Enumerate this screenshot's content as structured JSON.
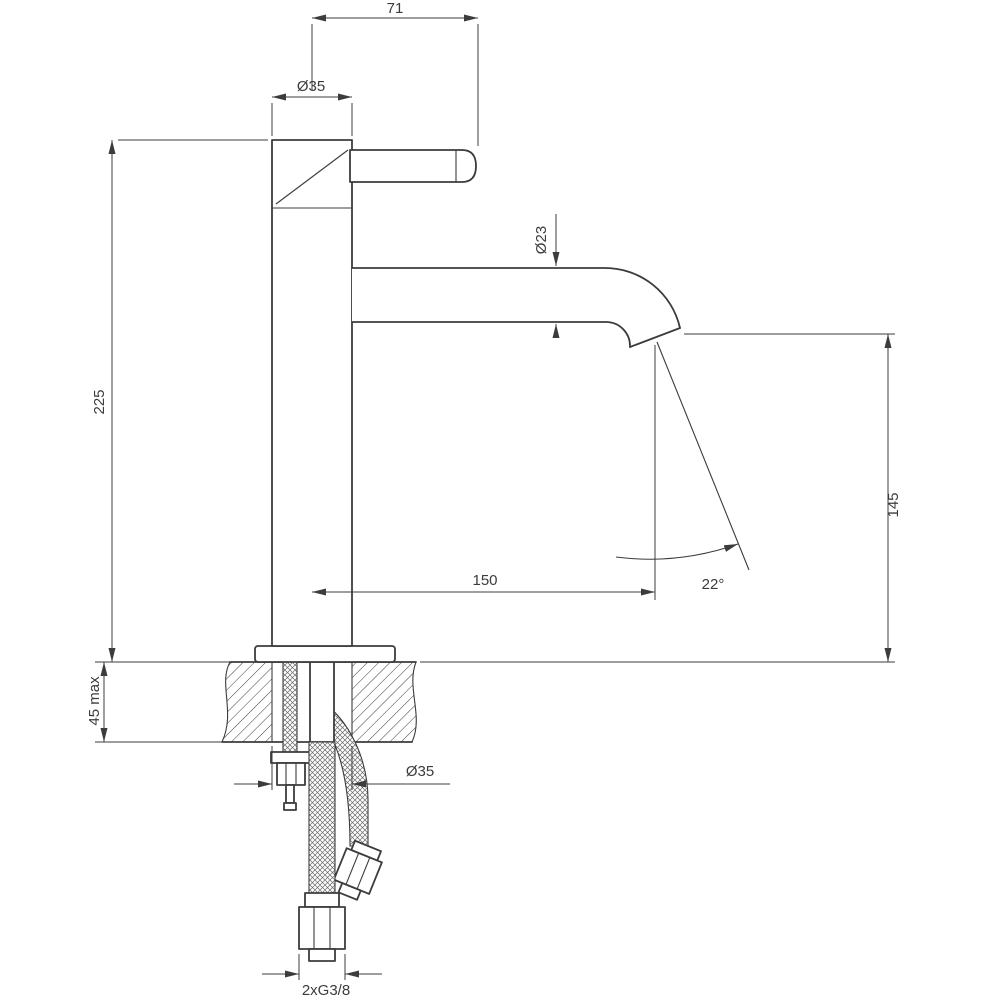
{
  "drawing": {
    "type": "technical-dimension-drawing",
    "subject": "tall single-lever basin mixer faucet, side view with mounting section",
    "units": "mm",
    "labels": {
      "handle_length": "71",
      "top_diameter": "Ø35",
      "spout_diameter": "Ø23",
      "total_height": "225",
      "spout_to_deck_height": "145",
      "spout_reach": "150",
      "stream_angle": "22°",
      "deck_thickness_max": "45 max",
      "hole_diameter": "Ø35",
      "hose_thread": "2xG3/8"
    }
  }
}
